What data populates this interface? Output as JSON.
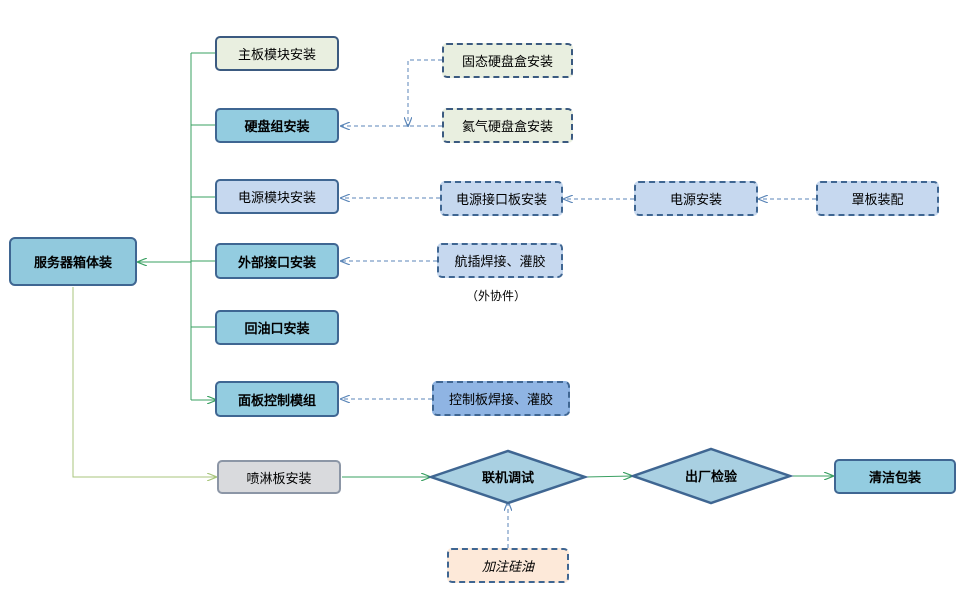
{
  "nodes": {
    "server_box_assembly": "服务器箱体装",
    "mainboard_module_install": "主板模块安装",
    "disk_group_install": "硬盘组安装",
    "ssd_box_install": "固态硬盘盒安装",
    "helium_disk_box_install": "氦气硬盘盒安装",
    "power_module_install": "电源模块安装",
    "power_interface_board_install": "电源接口板安装",
    "power_install": "电源安装",
    "cover_assembly": "罩板装配",
    "external_interface_install": "外部接口安装",
    "aviation_plug_welding": "航插焊接、灌胶",
    "outsourced_note": "（外协件）",
    "oil_return_install": "回油口安装",
    "panel_control_module": "面板控制模组",
    "control_board_welding": "控制板焊接、灌胶",
    "spray_board_install": "喷淋板安装",
    "joint_debugging": "联机调试",
    "factory_inspection": "出厂检验",
    "clean_packaging": "清洁包装",
    "add_silicone_oil": "加注硅油"
  },
  "colors": {
    "border": "#3f6692",
    "solid_connector": "#3aa062",
    "olive_connector": "#a8c57c",
    "dashed_connector": "#5b86b8",
    "hub_fill": "#91c9dd",
    "decision_fill": "#a9d0e2"
  }
}
